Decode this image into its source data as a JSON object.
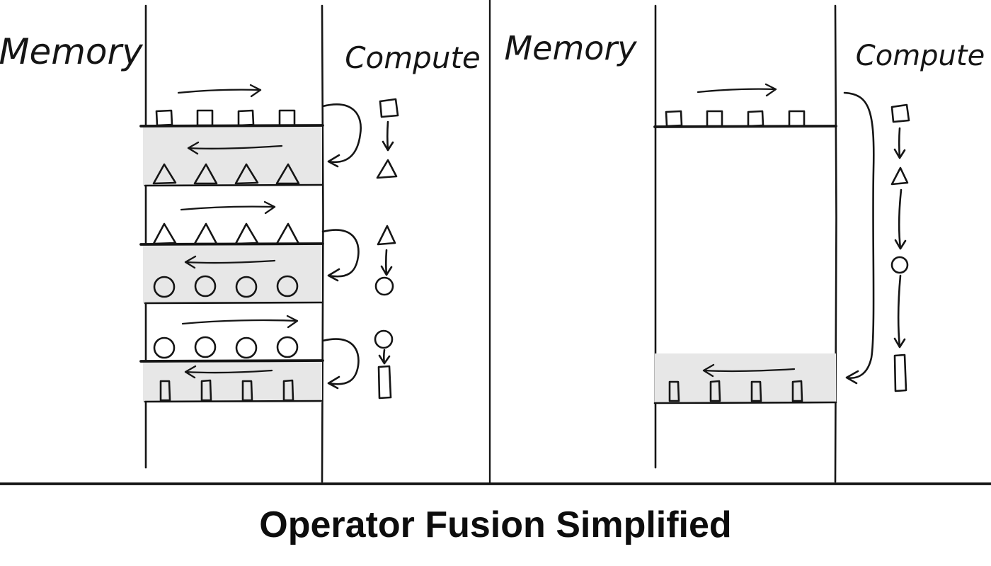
{
  "title": "Operator Fusion Simplified",
  "colors": {
    "ink": "#151515",
    "band": "#e7e7e7",
    "background": "#ffffff"
  },
  "left_panel": {
    "memory_label": "Memory",
    "compute_label": "Compute",
    "stages": [
      {
        "load_shape": "square",
        "store_shape": "triangle"
      },
      {
        "load_shape": "triangle",
        "store_shape": "circle"
      },
      {
        "load_shape": "circle",
        "store_shape": "bar"
      }
    ]
  },
  "right_panel": {
    "memory_label": "Memory",
    "compute_label": "Compute",
    "fused_chain": [
      "square",
      "triangle",
      "circle",
      "bar"
    ]
  }
}
